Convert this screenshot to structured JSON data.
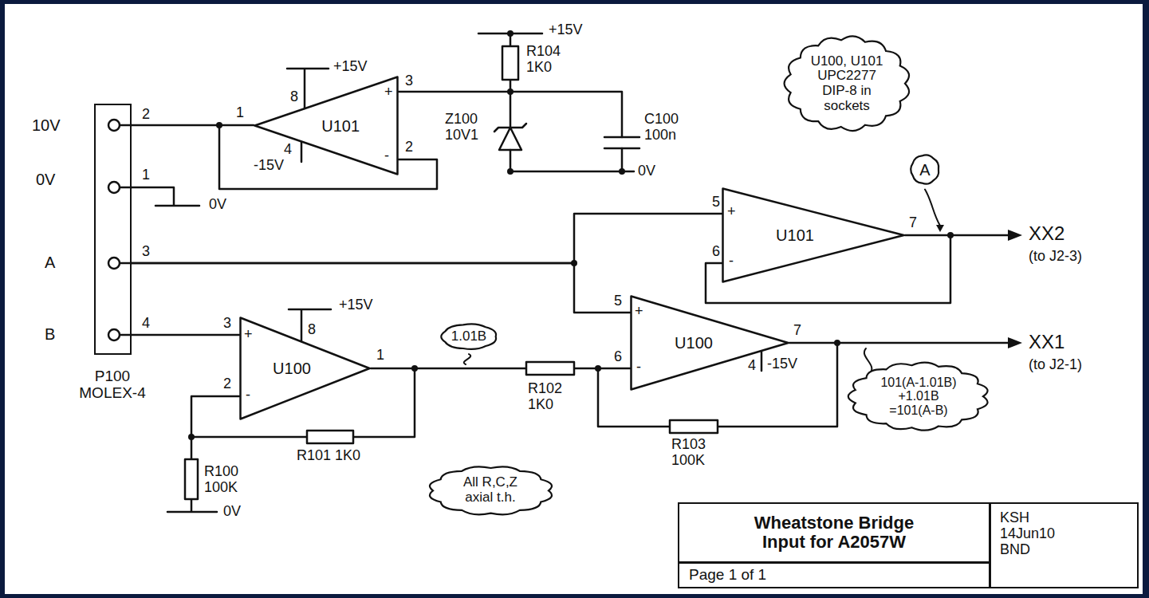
{
  "diagram": {
    "nodes": [
      {
        "text": [
          "U100, U101 UPC2277 DIP-8 in sockets"
        ]
      },
      {
        "text": [
          "U101"
        ]
      },
      {
        "text": [
          "P100 MOLEX-4"
        ]
      },
      {
        "text": [
          "A"
        ]
      },
      {
        "text": [
          "U101"
        ]
      },
      {
        "text": [
          "1.01B"
        ]
      },
      {
        "text": [
          "U100"
        ]
      },
      {
        "text": [
          "U100"
        ]
      },
      {
        "text": [
          "101(A-1.01B) +1.01B =101(A-B)"
        ]
      },
      {
        "text": [
          "All R,C,Z axial t.h."
        ]
      },
      {
        "text": [
          "Wheatstone Bridge Input for A2057W",
          "KSH 14Jun10 BND",
          "Page 1 of 1"
        ]
      }
    ],
    "edges": [
      {
        "from": 2,
        "to": 1,
        "arrow": "none"
      },
      {
        "from": 2,
        "to": 4,
        "arrow": "none"
      },
      {
        "from": 2,
        "to": 7,
        "arrow": "none"
      },
      {
        "from": 2,
        "to": 6,
        "arrow": "none"
      },
      {
        "from": 6,
        "to": 7,
        "arrow": "none"
      }
    ],
    "labels": [
      "10V",
      "0V",
      "A",
      "B",
      "2",
      "1",
      "3",
      "4",
      "+15V",
      "8",
      "4",
      "-15V",
      "1",
      "+",
      "-",
      "3",
      "2",
      "+15V",
      "R104 1K0",
      "Z100 10V1",
      "C100 100n",
      "0V",
      "0V",
      "5",
      "6",
      "+",
      "-",
      "7",
      "XX2",
      "(to J2-3)",
      "+15V",
      "3",
      "8",
      "+",
      "-",
      "2",
      "1",
      "R101 1K0",
      "R100 100K",
      "0V",
      "R102 1K0",
      "R103 100K",
      "5",
      "6",
      "+",
      "-",
      "7",
      "4",
      "-15V",
      "XX1",
      "(to J2-1)"
    ]
  }
}
